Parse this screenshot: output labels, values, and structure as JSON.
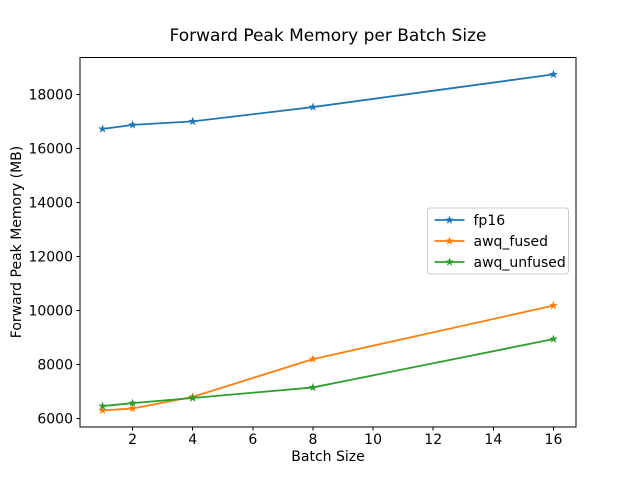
{
  "window": {
    "background": "#ffffff",
    "frame_color": "#000000",
    "legend_border_color": "#cccccc"
  },
  "chart_data": {
    "type": "line",
    "title": "Forward Peak Memory per Batch Size",
    "xlabel": "Batch Size",
    "ylabel": "Forward Peak Memory (MB)",
    "x": [
      1,
      2,
      4,
      8,
      16
    ],
    "series": [
      {
        "name": "fp16",
        "color": "#1f77b4",
        "values": [
          16720,
          16870,
          17000,
          17530,
          18740
        ]
      },
      {
        "name": "awq_fused",
        "color": "#ff7f0e",
        "values": [
          6300,
          6370,
          6800,
          8200,
          10180
        ]
      },
      {
        "name": "awq_unfused",
        "color": "#2ca02c",
        "values": [
          6460,
          6570,
          6760,
          7150,
          8940
        ]
      }
    ],
    "marker": "star",
    "xticks": [
      2,
      4,
      6,
      8,
      10,
      12,
      14,
      16
    ],
    "yticks": [
      6000,
      8000,
      10000,
      12000,
      14000,
      16000,
      18000
    ],
    "xlim": [
      0.25,
      16.75
    ],
    "ylim": [
      5678,
      19362
    ],
    "grid": false,
    "legend_location": "center right"
  }
}
